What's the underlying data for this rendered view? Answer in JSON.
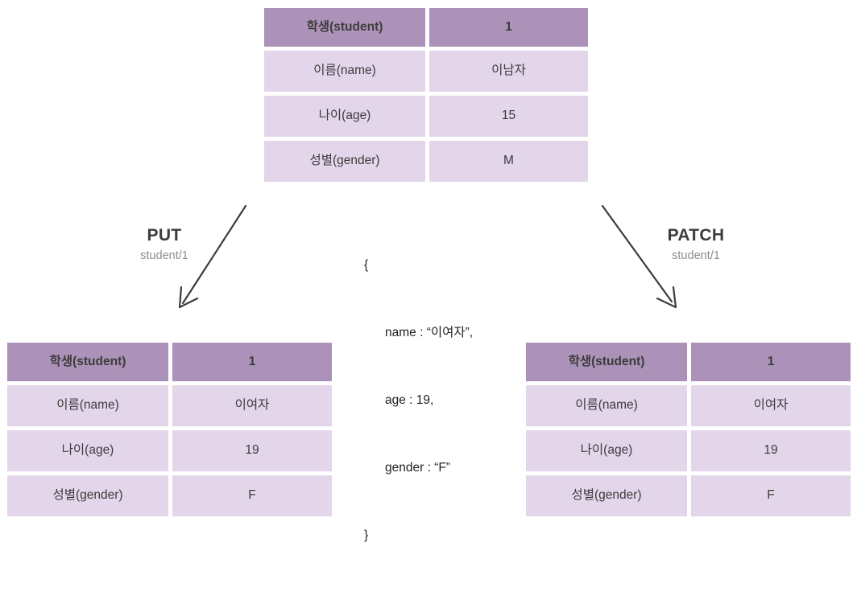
{
  "diagram": {
    "title": "PUT vs PATCH student record update",
    "colors": {
      "header_cell": "#ac92b8",
      "body_cell": "#e3d5ea",
      "text": "#3c3c3c",
      "muted_text": "#8d8d8d",
      "arrow": "#3c3c3c",
      "background": "#ffffff"
    }
  },
  "tables": {
    "original": {
      "header": {
        "key": "학생(student)",
        "value": "1"
      },
      "rows": [
        {
          "key": "이름(name)",
          "value": "이남자"
        },
        {
          "key": "나이(age)",
          "value": "15"
        },
        {
          "key": "성별(gender)",
          "value": "M"
        }
      ]
    },
    "put_result": {
      "header": {
        "key": "학생(student)",
        "value": "1"
      },
      "rows": [
        {
          "key": "이름(name)",
          "value": "이여자"
        },
        {
          "key": "나이(age)",
          "value": "19"
        },
        {
          "key": "성별(gender)",
          "value": "F"
        }
      ]
    },
    "patch_result": {
      "header": {
        "key": "학생(student)",
        "value": "1"
      },
      "rows": [
        {
          "key": "이름(name)",
          "value": "이여자"
        },
        {
          "key": "나이(age)",
          "value": "19"
        },
        {
          "key": "성별(gender)",
          "value": "F"
        }
      ]
    }
  },
  "methods": {
    "put": {
      "name": "PUT",
      "path": "student/1"
    },
    "patch": {
      "name": "PATCH",
      "path": "student/1"
    }
  },
  "payload": {
    "open_brace": "{",
    "line_name": "name : “이여자”,",
    "line_age": "age : 19,",
    "line_gender": "gender : “F”",
    "close_brace": "}"
  }
}
